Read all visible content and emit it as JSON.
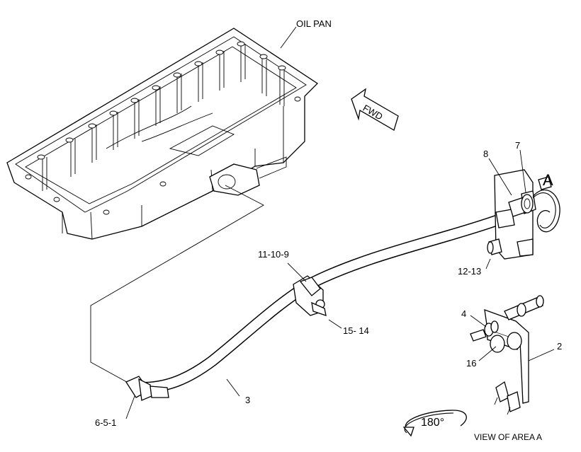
{
  "diagram": {
    "labels": {
      "oil_pan": "OIL PAN",
      "fwd": "FWD",
      "area": "A",
      "callout_8": "8",
      "callout_7": "7",
      "callout_11_10_9": "11-10-9",
      "callout_12_13": "12-13",
      "callout_15_14": "15- 14",
      "callout_3": "3",
      "callout_6_5_1": "6-5-1",
      "callout_4": "4",
      "callout_2": "2",
      "callout_16": "16",
      "rotation": "180°",
      "view_of_area": "VIEW OF AREA A"
    }
  }
}
